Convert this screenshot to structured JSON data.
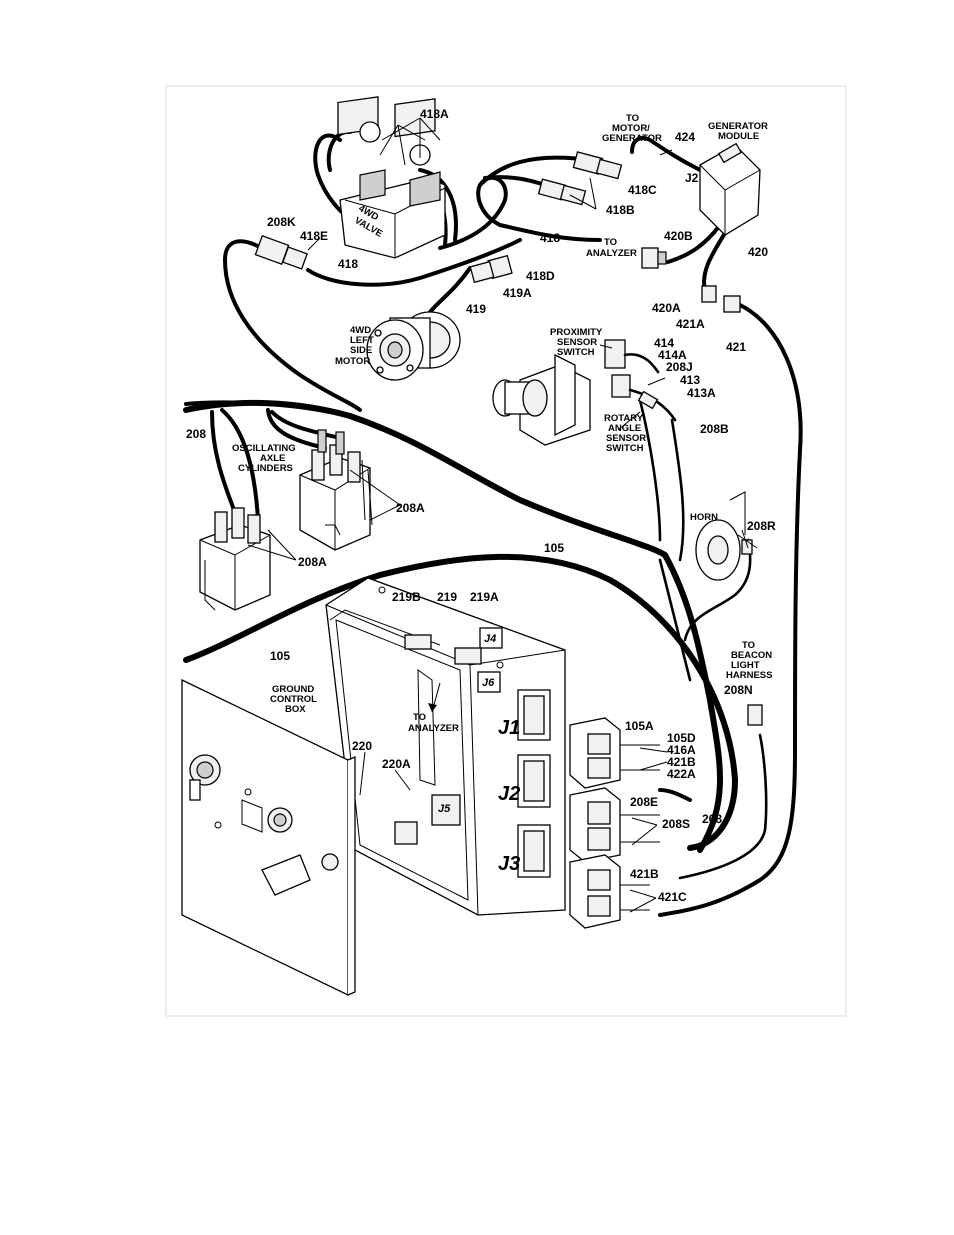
{
  "labels": {
    "l418A": "418A",
    "l4wd_valve_1": "4WD",
    "l4wd_valve_2": "VALVE",
    "l208K": "208K",
    "l418E": "418E",
    "l418_left": "418",
    "l418_right": "418",
    "l418C": "418C",
    "l418B": "418B",
    "l418D": "418D",
    "l419A": "419A",
    "l419": "419",
    "to_motor_1": "TO",
    "to_motor_2": "MOTOR/",
    "to_motor_3": "GENERATOR",
    "l424": "424",
    "gen_module_1": "GENERATOR",
    "gen_module_2": "MODULE",
    "lJ2_gen": "J2",
    "to_analyzer_1": "TO",
    "to_analyzer_2": "ANALYZER",
    "l420B": "420B",
    "l420": "420",
    "l420A": "420A",
    "l421A": "421A",
    "l421": "421",
    "motor_1": "4WD",
    "motor_2": "LEFT",
    "motor_3": "SIDE",
    "motor_4": "MOTOR",
    "prox_1": "PROXIMITY",
    "prox_2": "SENSOR",
    "prox_3": "SWITCH",
    "l414": "414",
    "l414A": "414A",
    "l208J": "208J",
    "l413": "413",
    "l413A": "413A",
    "rotary_1": "ROTARY",
    "rotary_2": "ANGLE",
    "rotary_3": "SENSOR",
    "rotary_4": "SWITCH",
    "l208B": "208B",
    "l208_left": "208",
    "osc_1": "OSCILLATING",
    "osc_2": "AXLE",
    "osc_3": "CYLINDERS",
    "l208A_upper": "208A",
    "l208A_lower": "208A",
    "horn": "HORN",
    "l208R": "208R",
    "l105_upper": "105",
    "l105_lower": "105",
    "l219B": "219B",
    "l219": "219",
    "l219A": "219A",
    "lJ4": "J4",
    "lJ6": "J6",
    "to_analyzer2_1": "TO",
    "to_analyzer2_2": "ANALYZER",
    "ground_1": "GROUND",
    "ground_2": "CONTROL",
    "ground_3": "BOX",
    "to_beacon_1": "TO",
    "to_beacon_2": "BEACON",
    "to_beacon_3": "LIGHT",
    "to_beacon_4": "HARNESS",
    "l208N": "208N",
    "lJ1": "J1",
    "lJ2_box": "J2",
    "lJ3": "J3",
    "l105A": "105A",
    "l105D": "105D",
    "l416A": "416A",
    "l421B_1": "421B",
    "l422A": "422A",
    "l208E": "208E",
    "l208S": "208S",
    "l208_right": "208",
    "l421B_2": "421B",
    "l421C": "421C",
    "l220": "220",
    "l220A": "220A",
    "lJ5": "J5"
  }
}
